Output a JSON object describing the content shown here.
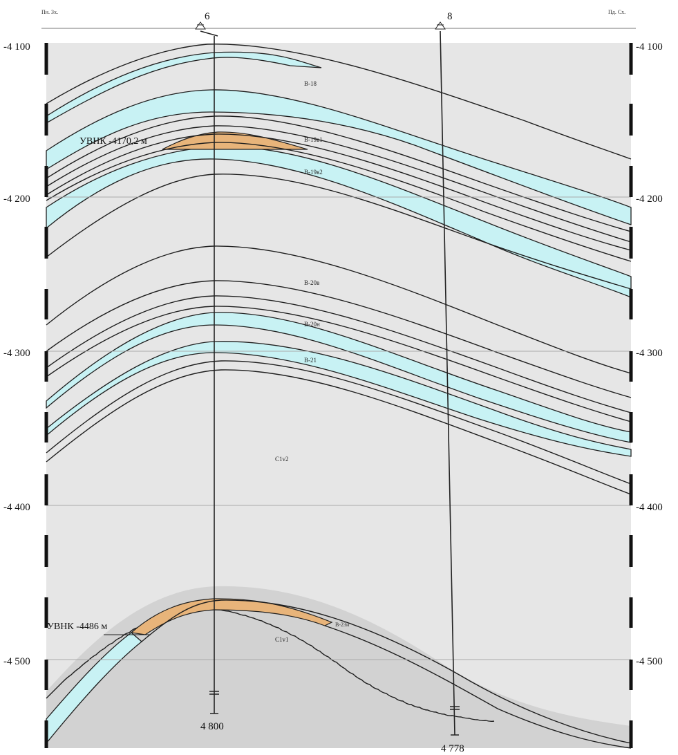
{
  "header": {
    "left_label": "Пн. Зх.",
    "right_label": "Пд. Сх."
  },
  "depth_axis": {
    "ticks": [
      "-4 100",
      "-4 200",
      "-4 300",
      "-4 400",
      "-4 500"
    ],
    "range_m": [
      -4100,
      -4555
    ]
  },
  "wells": [
    {
      "number": "6",
      "total_depth": "4 800"
    },
    {
      "number": "8",
      "total_depth": "4 778"
    }
  ],
  "owc_labels": {
    "upper": "УВНК -4170,2 м",
    "lower": "УВНК -4486 м"
  },
  "layer_labels": {
    "v18": "В-18",
    "v19v1": "В-19в1",
    "v19v2": "В-19в2",
    "v20v": "В-20в",
    "v20n": "В-20н",
    "v21": "В-21",
    "c1v2": "С1v2",
    "c1v1": "С1v1",
    "v23n": "В-23н"
  },
  "colors": {
    "background": "#e6e6e6",
    "lower_unit": "#d2d2d2",
    "water_sand": "#c8f2f4",
    "oil": "#e8b47a",
    "lines": "#1e1e1e"
  }
}
